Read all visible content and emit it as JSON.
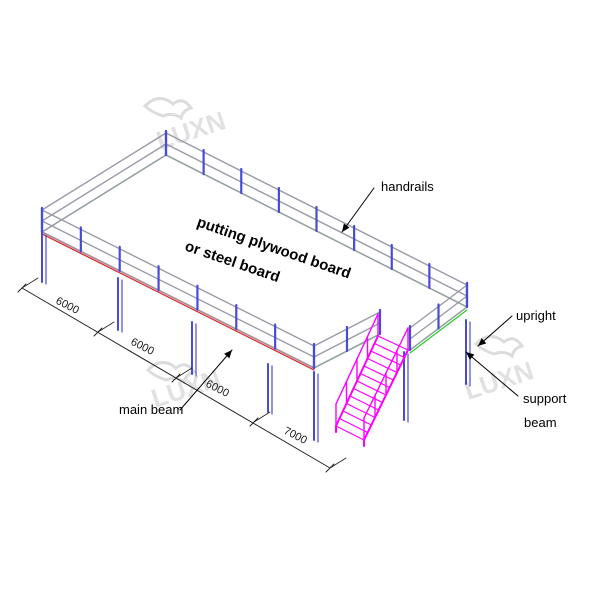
{
  "colors": {
    "rail": "#9a9aa8",
    "post": "#4a4ad8",
    "green": "#22cc22",
    "red": "#dd2222",
    "stair": "#ff00ff",
    "dim": "#222222",
    "watermark": "#c8c8c8"
  },
  "labels": {
    "handrails": "handrails",
    "upright": "upright",
    "support_beam_line1": "support",
    "support_beam_line2": "beam",
    "main_beam": "main beam",
    "center_line1": "putting plywood board",
    "center_line2": "or steel board"
  },
  "dimensions": [
    "6000",
    "6000",
    "6000",
    "7000"
  ],
  "watermark": {
    "text": "LUXN",
    "icon": "lion-logo-icon"
  }
}
